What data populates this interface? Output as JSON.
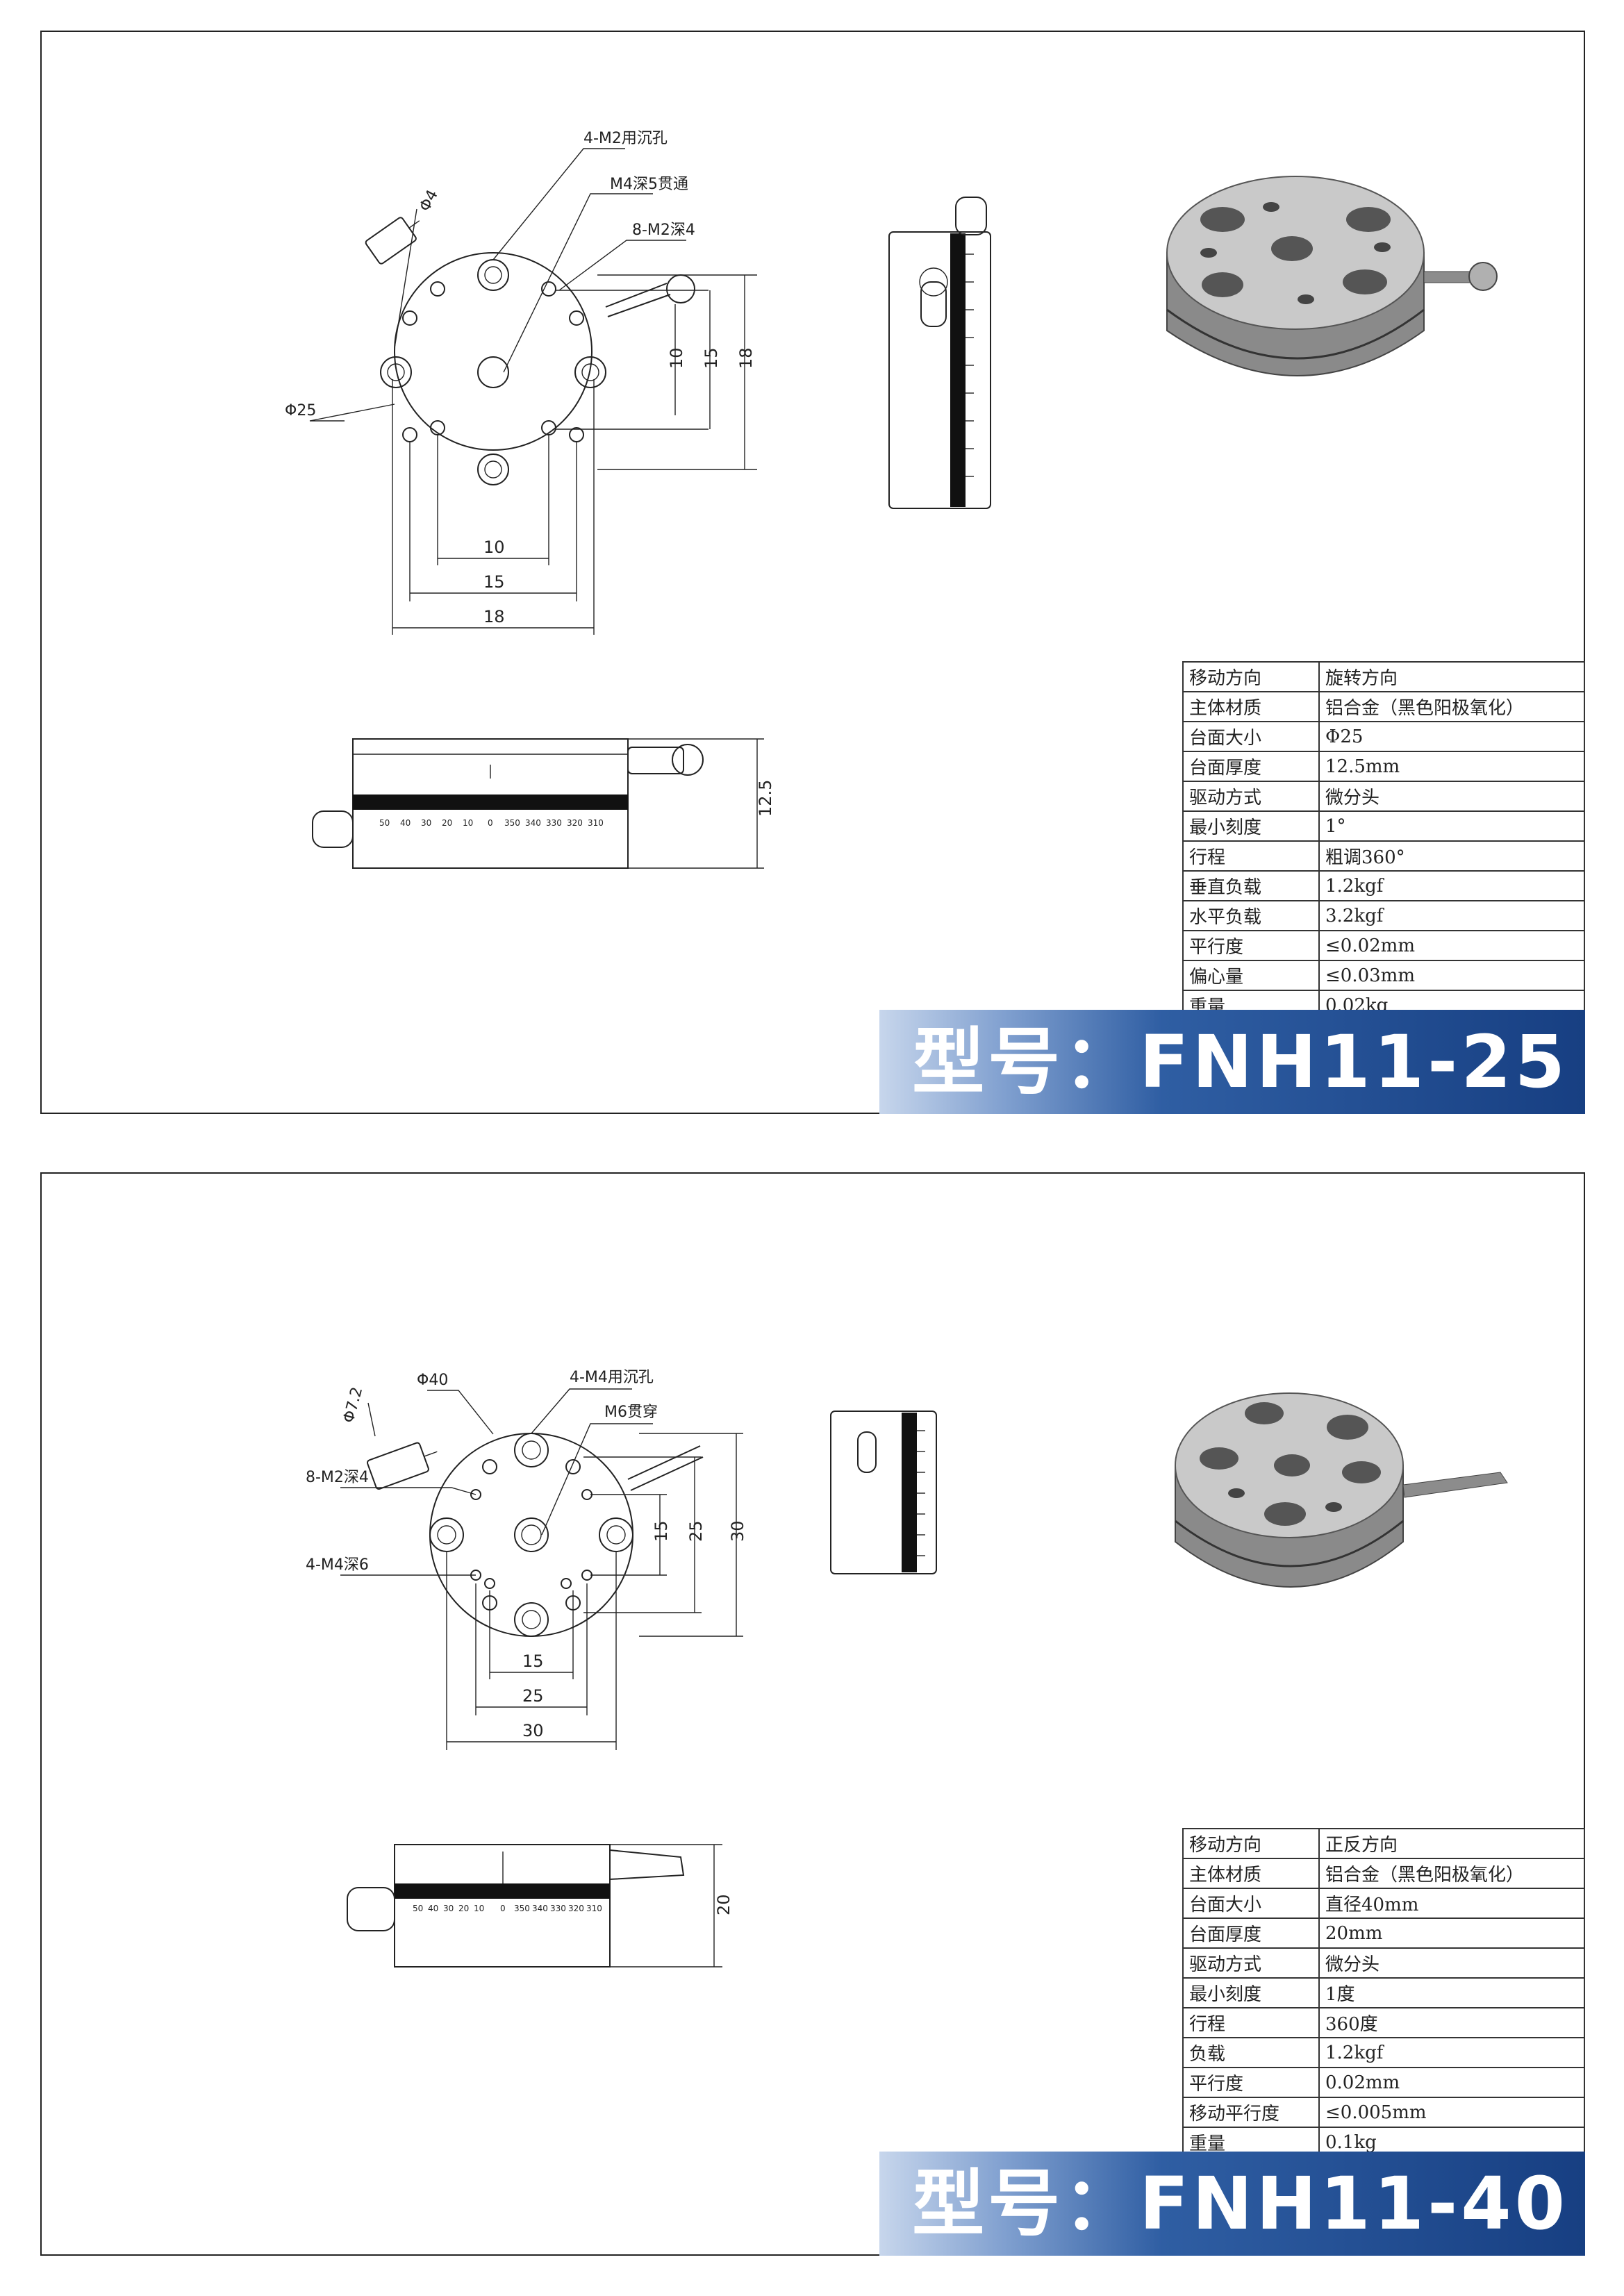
{
  "products": [
    {
      "model_label": "型号：FNH11-25",
      "annotations": {
        "counterbore": "4-M2用沉孔",
        "through_hole": "M4深5贯通",
        "tapped_holes": "8-M2深4",
        "knob_dia": "Φ4",
        "table_dia": "Φ25"
      },
      "dimensions": {
        "h1": "10",
        "h2": "15",
        "h3": "18",
        "w1": "10",
        "w2": "15",
        "w3": "18",
        "height": "12.5"
      },
      "specs": [
        {
          "k": "移动方向",
          "v": "旋转方向"
        },
        {
          "k": "主体材质",
          "v": "铝合金（黑色阳极氧化）"
        },
        {
          "k": "台面大小",
          "v": "Φ25"
        },
        {
          "k": "台面厚度",
          "v": "12.5mm"
        },
        {
          "k": "驱动方式",
          "v": "微分头"
        },
        {
          "k": "最小刻度",
          "v": "1°"
        },
        {
          "k": "行程",
          "v": "粗调360°"
        },
        {
          "k": "垂直负载",
          "v": "1.2kgf"
        },
        {
          "k": "水平负载",
          "v": "3.2kgf"
        },
        {
          "k": "平行度",
          "v": "≤0.02mm"
        },
        {
          "k": "偏心量",
          "v": "≤0.03mm"
        },
        {
          "k": "重量",
          "v": "0.02kg"
        }
      ]
    },
    {
      "model_label": "型号：FNH11-40",
      "annotations": {
        "counterbore": "4-M4用沉孔",
        "through_hole": "M6贯穿",
        "tapped_holes_a": "8-M2深4",
        "tapped_holes_b": "4-M4深6",
        "knob_dia": "Φ7.2",
        "table_dia": "Φ40"
      },
      "dimensions": {
        "h1": "15",
        "h2": "25",
        "h3": "30",
        "w1": "15",
        "w2": "25",
        "w3": "30",
        "height": "20"
      },
      "specs": [
        {
          "k": "移动方向",
          "v": "正反方向"
        },
        {
          "k": "主体材质",
          "v": "铝合金（黑色阳极氧化）"
        },
        {
          "k": "台面大小",
          "v": "直径40mm"
        },
        {
          "k": "台面厚度",
          "v": "20mm"
        },
        {
          "k": "驱动方式",
          "v": "微分头"
        },
        {
          "k": "最小刻度",
          "v": "1度"
        },
        {
          "k": "行程",
          "v": "360度"
        },
        {
          "k": "负载",
          "v": "1.2kgf"
        },
        {
          "k": "平行度",
          "v": "0.02mm"
        },
        {
          "k": "移动平行度",
          "v": "≤0.005mm"
        },
        {
          "k": "重量",
          "v": "0.1kg"
        }
      ]
    }
  ],
  "scale_ticks": [
    "50",
    "40",
    "30",
    "20",
    "10",
    "0",
    "350",
    "340",
    "330",
    "320",
    "310"
  ]
}
